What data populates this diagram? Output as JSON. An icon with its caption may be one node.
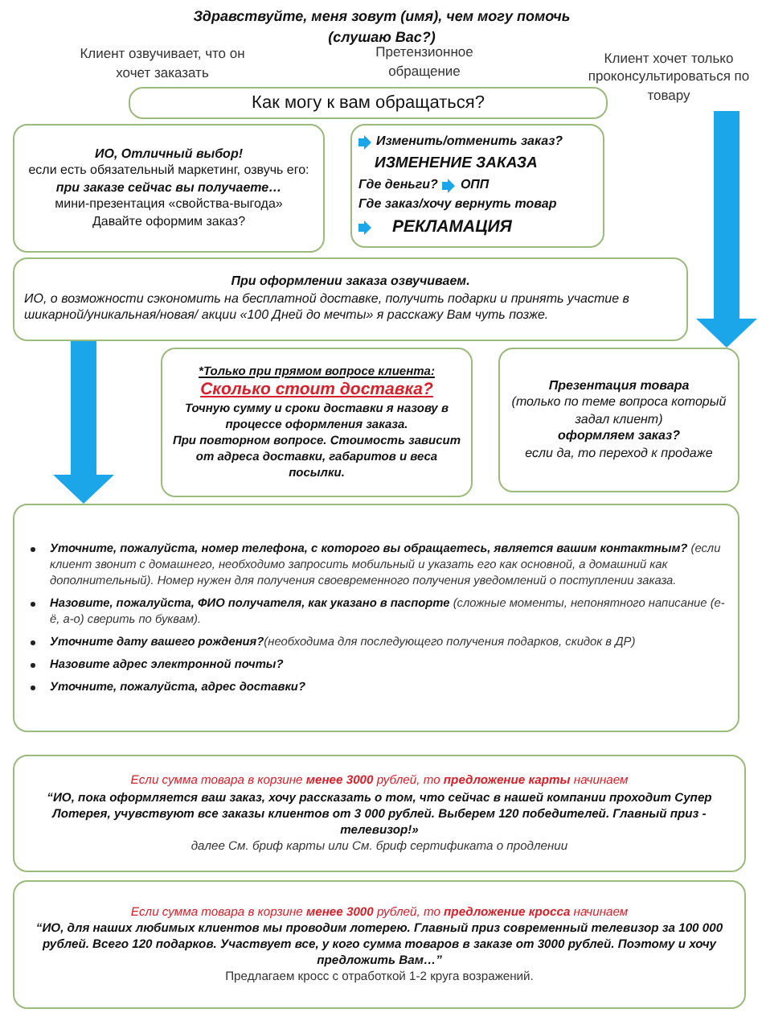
{
  "diagram": {
    "title": "Здравствуйте, меня зовут (имя), чем могу помочь (слушаю Вас?)",
    "nodes": [
      {
        "text": [
          "Как могу к вам обращаться?"
        ]
      },
      {
        "text": [
          "ИО, Отличный выбор!",
          "если есть обязательный маркетинг, озвучь его:",
          "при заказе сейчас вы получаете…",
          "мини-презентация «свойства-выгода»",
          "Давайте оформим заказ?"
        ]
      },
      {
        "text": [
          "Изменить/отменить заказ?",
          "ИЗМЕНЕНИЕ ЗАКАЗА",
          "Где деньги?",
          "ОПП",
          "Где заказ/хочу вернуть товар",
          "РЕКЛАМАЦИЯ"
        ]
      },
      {
        "text": [
          "Клиент хочет только проконсультироваться по товару"
        ]
      },
      {
        "text": [
          "При оформлении заказа озвучиваем.",
          "ИО, о возможности сэкономить на бесплатной доставке, получить подарки и принять участие в шикарной/уникальная/новая/ акции «100 Дней до мечты» я расскажу Вам чуть позже."
        ]
      },
      {
        "text": [
          "*Только при прямом вопросе клиента:",
          "Сколько стоит доставка?",
          "Точную сумму и сроки доставки я назову в процессе оформления заказа.",
          "При повторном вопросе. Стоимость зависит от адреса доставки, габаритов и веса посылки."
        ]
      },
      {
        "text": [
          "Презентация товара",
          "(только по теме вопроса который задал клиент)",
          "оформляем заказ?",
          "если да, то переход к продаже"
        ]
      },
      {
        "text": [
          "Уточните, пожалуйста, номер телефона, с которого вы обращаетесь, является вашим контактным? *(если клиент звонит с домашнего, необходимо запросить мобильный и указать его как основной, а домашний как дополнительный). Номер нужен для получения своевременного получения уведомлений о поступлении заказа.*",
          "Назовите, пожалуйста, ФИО получателя, как указано в паспорте *(сложные моменты, непонятного написание (е-ё, а-о) сверить по буквам).*",
          "Уточните дату вашего рождения?*(необходима для последующего получения подарков, скидок в ДР)*",
          "Назовите адрес электронной почты?",
          "Уточните, пожалуйста, адрес доставки?"
        ]
      },
      {
        "text": [
          "Если сумма товара в корзине **менее 3000** рублей, то **предложение карты** начинаем",
          "“ИО, пока оформляется ваш заказ, хочу рассказать о том, что сейчас в нашей компании проходит Супер Лотерея, учувствуют все заказы клиентов от 3 000 рублей. Выберем 120 победителей. Главный приз - телевизор!»",
          "далее См. бриф карты  или См. бриф сертификата о продлении"
        ]
      },
      {
        "text": [
          "Если сумма товара в корзине **менее 3000** рублей, то **предложение кросса** начинаем",
          "“ИО, для наших любимых клиентов мы проводим лотерею. Главный приз современный телевизор за 100 000 рублей. Всего 120 подарков. Участвует все, у кого сумма товаров в заказе от 3000 рублей. Поэтому и хочу предложить Вам…”",
          "Предлагаем кросс с отработкой 1-2 круга возражений."
        ]
      }
    ],
    "edges": [
      {
        "from": 3,
        "to": 6,
        "arrow": "to"
      },
      {
        "from": 4,
        "to": 7,
        "arrow": "to"
      }
    ],
    "labels": [
      "Клиент озвучивает, что он хочет заказать",
      "Претензионное обращение"
    ]
  }
}
